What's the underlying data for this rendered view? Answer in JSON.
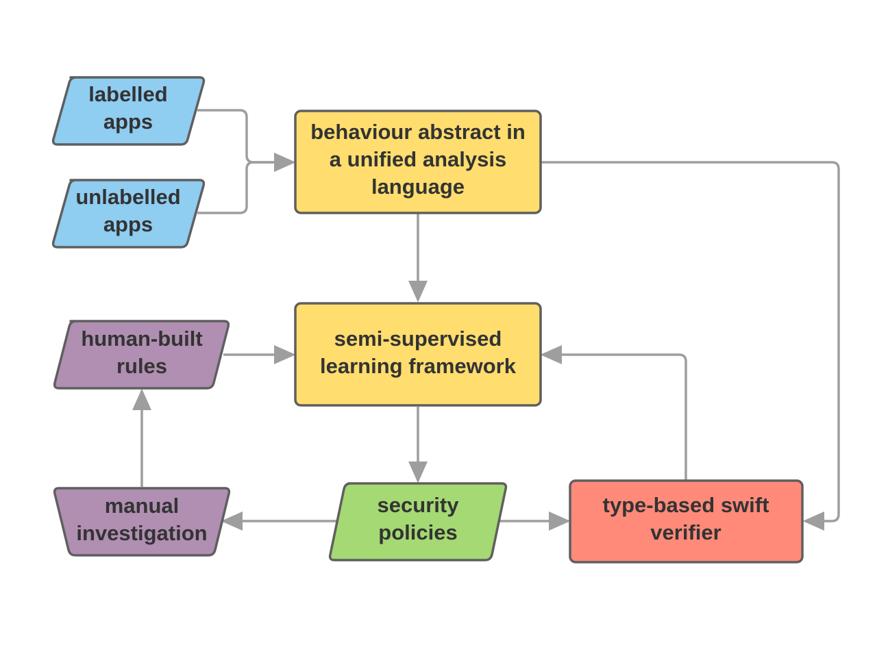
{
  "colors": {
    "input": "#8fcdf1",
    "process": "#ffdd6e",
    "rules": "#b08fb2",
    "policy": "#a4d973",
    "verifier": "#ff8a7a",
    "edge": "#9e9e9e",
    "border": "#5f5f5f",
    "text": "#333333"
  },
  "nodes": {
    "labelled_apps": {
      "line1": "labelled",
      "line2": "apps"
    },
    "unlabelled_apps": {
      "line1": "unlabelled",
      "line2": "apps"
    },
    "behaviour_abstract": {
      "line1": "behaviour abstract in",
      "line2": "a unified analysis",
      "line3": "language"
    },
    "semi_supervised": {
      "line1": "semi-supervised",
      "line2": "learning framework"
    },
    "human_rules": {
      "line1": "human-built",
      "line2": "rules"
    },
    "manual_investigation": {
      "line1": "manual",
      "line2": "investigation"
    },
    "security_policies": {
      "line1": "security",
      "line2": "policies"
    },
    "verifier": {
      "line1": "type-based swift",
      "line2": "verifier"
    }
  }
}
